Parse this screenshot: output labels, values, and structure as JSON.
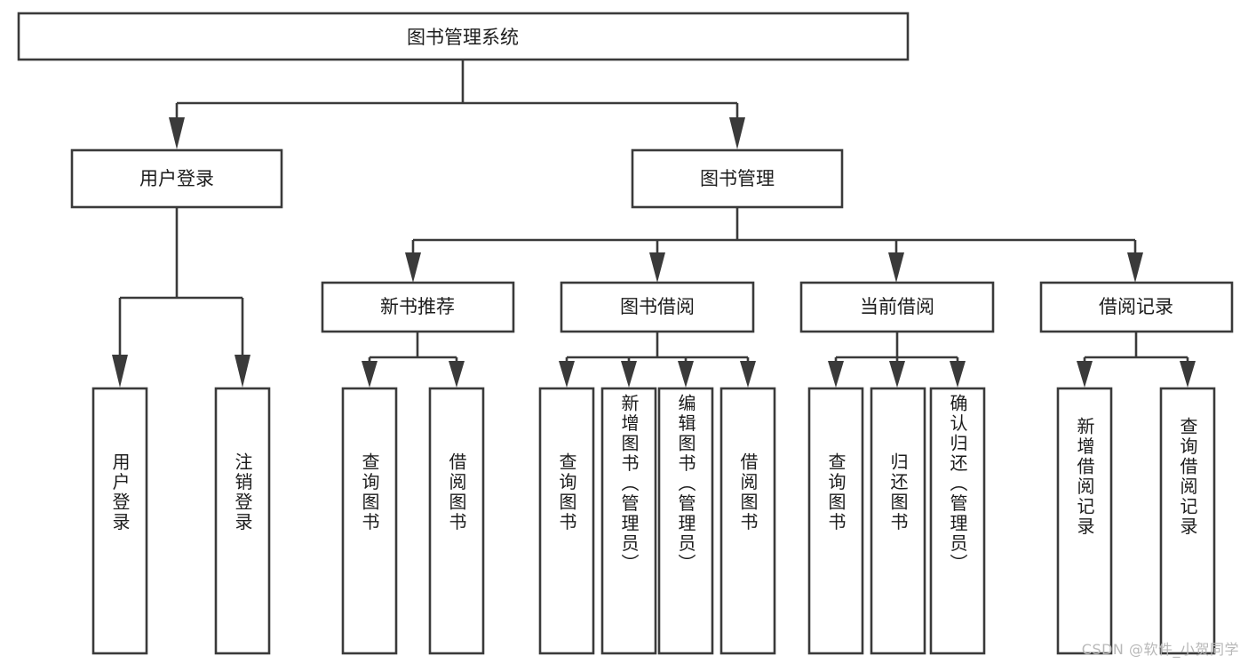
{
  "diagram": {
    "type": "tree-hierarchy",
    "title": "图书管理系统",
    "orientation": "top-down",
    "colors": {
      "stroke": "#3a3a3a",
      "fill": "#ffffff",
      "text": "#1c1c1c",
      "watermark": "#b8b8b8"
    },
    "root": {
      "label": "图书管理系统"
    },
    "level2": [
      {
        "label": "用户登录"
      },
      {
        "label": "图书管理"
      }
    ],
    "level3": [
      {
        "label": "新书推荐"
      },
      {
        "label": "图书借阅"
      },
      {
        "label": "当前借阅"
      },
      {
        "label": "借阅记录"
      }
    ],
    "leaves": {
      "user_login": [
        {
          "label": "用户登录"
        },
        {
          "label": "注销登录"
        }
      ],
      "new_book_recommend": [
        {
          "label": "查询图书"
        },
        {
          "label": "借阅图书"
        }
      ],
      "book_borrow": [
        {
          "label": "查询图书"
        },
        {
          "label": "新增图书（管理员）"
        },
        {
          "label": "编辑图书（管理员）"
        },
        {
          "label": "借阅图书"
        }
      ],
      "current_borrow": [
        {
          "label": "查询图书"
        },
        {
          "label": "归还图书"
        },
        {
          "label": "确认归还（管理员）"
        }
      ],
      "borrow_record": [
        {
          "label": "新增借阅记录"
        },
        {
          "label": "查询借阅记录"
        }
      ]
    }
  },
  "watermark": {
    "text": "CSDN @软件_小贺同学"
  }
}
